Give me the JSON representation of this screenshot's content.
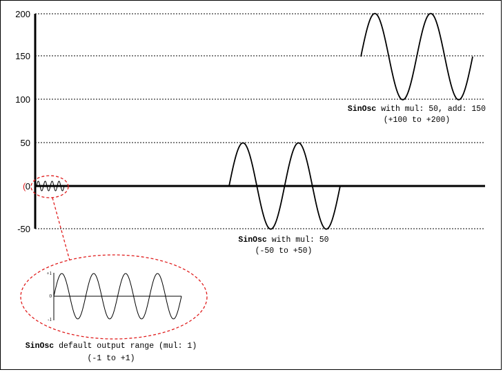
{
  "diagram": {
    "y_axis": {
      "ticks": [
        {
          "value": 200,
          "label": "200"
        },
        {
          "value": 150,
          "label": "150"
        },
        {
          "value": 100,
          "label": "100"
        },
        {
          "value": 50,
          "label": "50"
        },
        {
          "value": 0,
          "label": "0"
        },
        {
          "value": -50,
          "label": "-50"
        }
      ]
    },
    "default_range": {
      "label_prefix": "(",
      "inset_ticks": [
        "+1",
        "0",
        "-1"
      ],
      "caption_name": "SinOsc",
      "caption_rest": " default output range (mul: 1)",
      "caption_range": "(-1 to +1)",
      "cycles": 4
    },
    "mul_wave": {
      "caption_name": "SinOsc",
      "caption_rest": " with mul: 50",
      "caption_range": "(-50 to +50)",
      "mul": 50,
      "add": 0,
      "cycles": 2
    },
    "add_wave": {
      "caption_name": "SinOsc",
      "caption_rest": " with mul: 50, add: 150",
      "caption_range": "(+100 to +200)",
      "mul": 50,
      "add": 150,
      "cycles": 2
    },
    "colors": {
      "ink": "#000000",
      "grid": "#000000",
      "highlight": "#e01b1b"
    }
  }
}
